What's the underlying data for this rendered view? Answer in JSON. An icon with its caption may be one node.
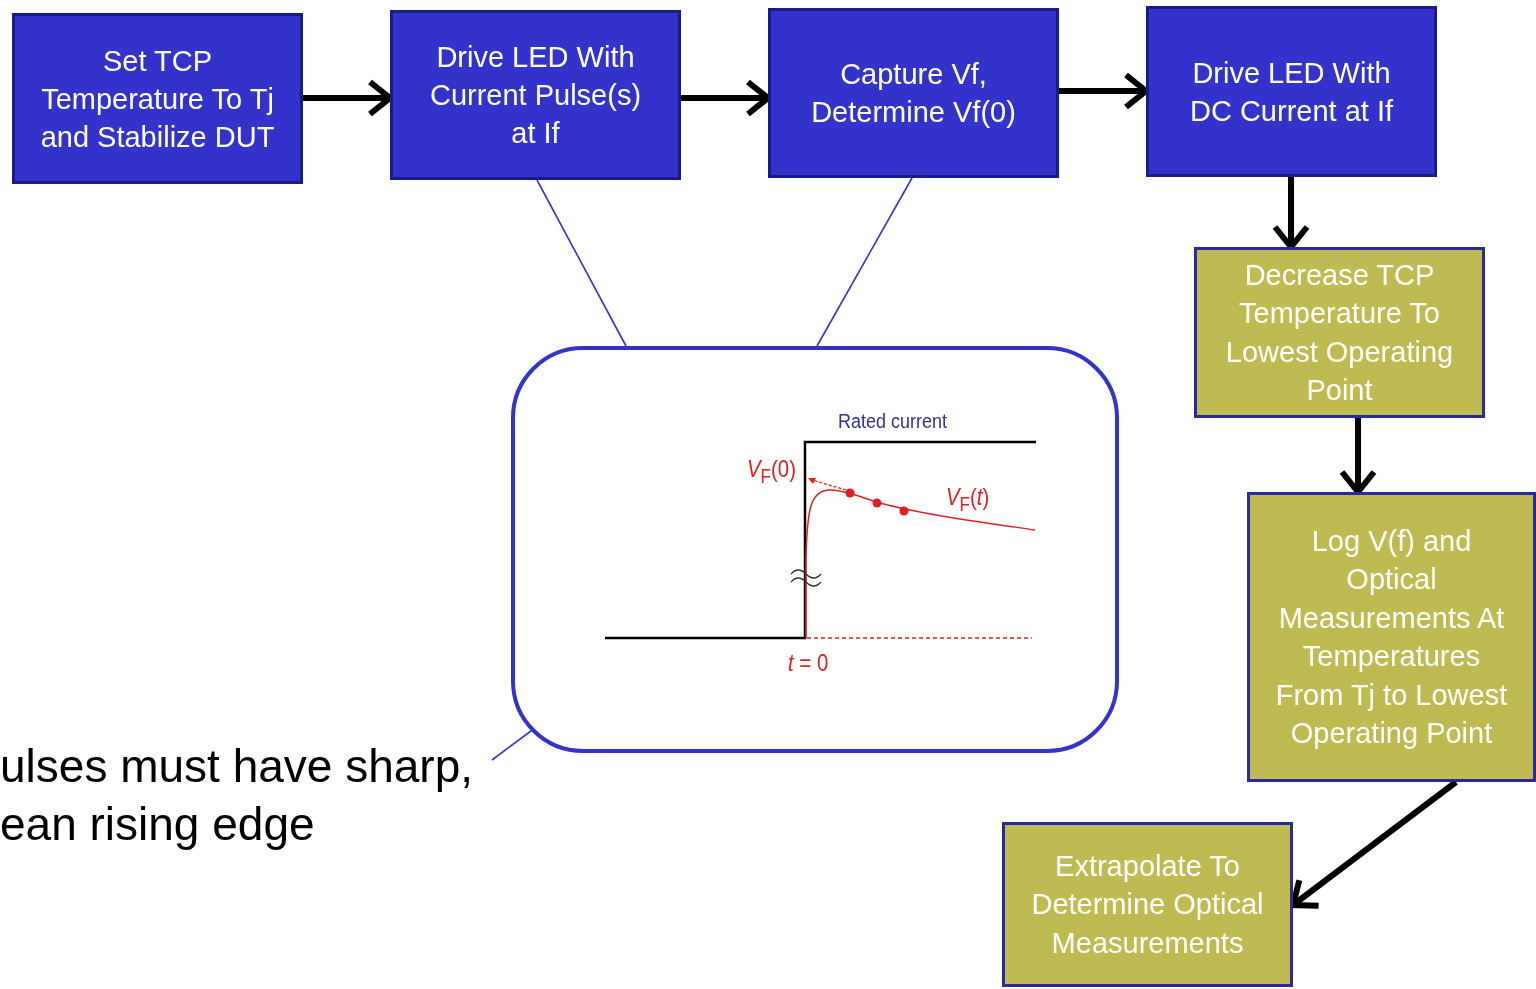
{
  "diagram": {
    "nodes": [
      {
        "text": [
          "Set TCP Temperature To Tj and Stabilize DUT"
        ]
      },
      {
        "text": [
          "Drive LED With Current Pulse(s) at If"
        ]
      },
      {
        "text": [
          "Capture Vf, Determine Vf(0)"
        ]
      },
      {
        "text": [
          "Drive LED With DC Current at If"
        ]
      },
      {
        "text": [
          "Decrease TCP Temperature To Lowest Operating Point"
        ]
      },
      {
        "text": [
          "Log V(f) and Optical Measurements At Temperatures From Tj to Lowest Operating Point"
        ]
      },
      {
        "text": [
          "Extrapolate To Determine Optical Measurements"
        ]
      },
      {
        "text": [
          "Rated current",
          "*V*$_{F}$(0)",
          "*V*$_{F}$(*t*)",
          "*t* = 0"
        ]
      },
      {
        "text": [
          "ulses must have sharp, ean rising edge"
        ]
      }
    ],
    "edges": [
      {
        "from": 0,
        "to": 1,
        "arrow": "to"
      },
      {
        "from": 1,
        "to": 2,
        "arrow": "to"
      },
      {
        "from": 2,
        "to": 3,
        "arrow": "to"
      },
      {
        "from": 3,
        "to": 4,
        "arrow": "to"
      },
      {
        "from": 4,
        "to": 5,
        "arrow": "to"
      },
      {
        "from": 5,
        "to": 6,
        "arrow": "to"
      },
      {
        "from": 1,
        "to": 7,
        "arrow": "none",
        "color": "#3333cc"
      },
      {
        "from": 2,
        "to": 7,
        "arrow": "none",
        "color": "#3333cc"
      },
      {
        "from": 8,
        "to": 7,
        "arrow": "none",
        "color": "#3333cc"
      }
    ]
  }
}
